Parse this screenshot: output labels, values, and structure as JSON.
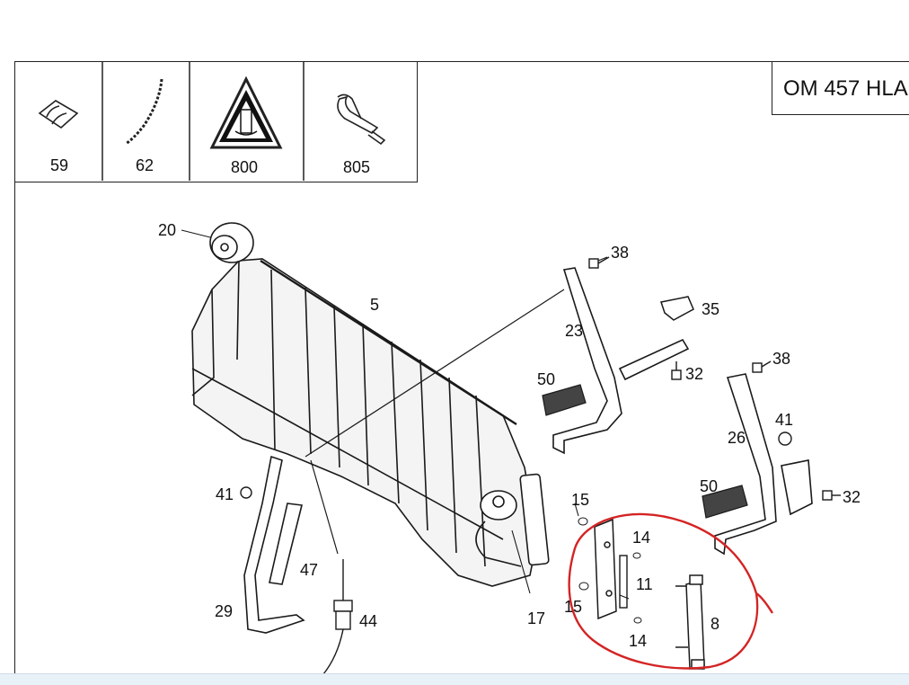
{
  "title": "OM 457 HLA",
  "legend_cells": [
    {
      "label": "59",
      "icon": "clamp-icon"
    },
    {
      "label": "62",
      "icon": "chain-icon"
    },
    {
      "label": "800",
      "icon": "warning-coolant-icon"
    },
    {
      "label": "805",
      "icon": "cable-tie-icon"
    }
  ],
  "callouts": {
    "c20": "20",
    "c5": "5",
    "c38a": "38",
    "c35": "35",
    "c23": "23",
    "c32a": "32",
    "c50a": "50",
    "c38b": "38",
    "c41a": "41",
    "c26": "26",
    "c50b": "50",
    "c32b": "32",
    "c41b": "41",
    "c15a": "15",
    "c14a": "14",
    "c47": "47",
    "c11": "11",
    "c15b": "15",
    "c8": "8",
    "c29": "29",
    "c44": "44",
    "c17": "17",
    "c14b": "14"
  },
  "colors": {
    "line": "#1a1a1a",
    "tank_fill": "#f4f4f4",
    "annotation_red": "#d42424"
  }
}
